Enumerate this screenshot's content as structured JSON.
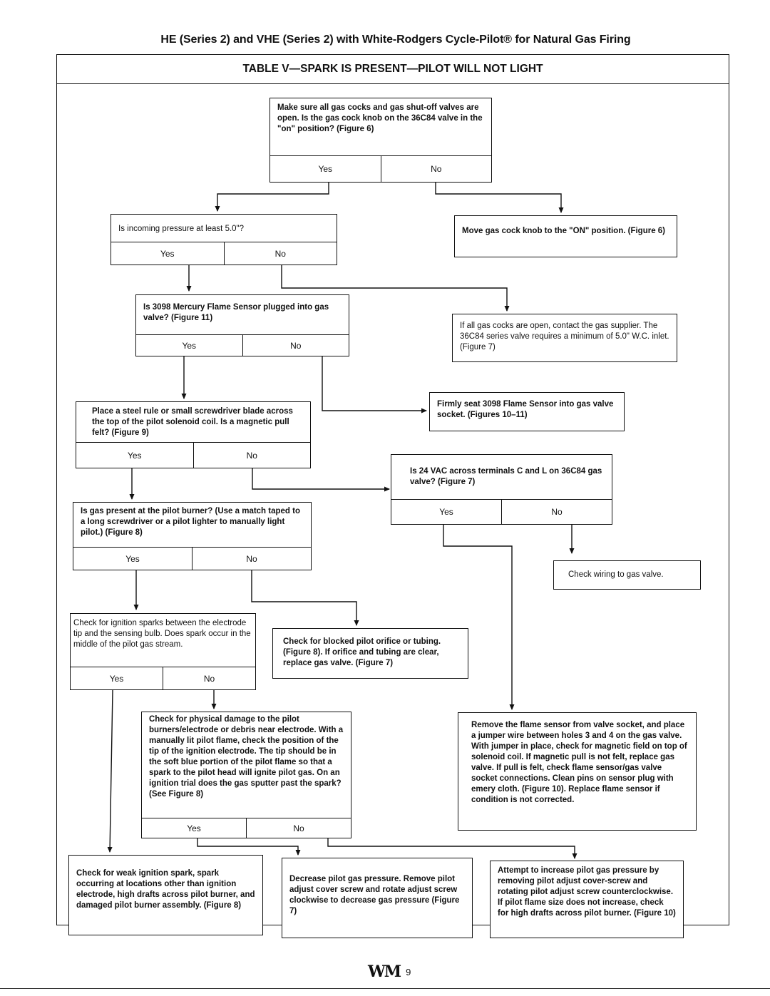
{
  "header": "HE (Series 2) and VHE (Series 2) with White-Rodgers Cycle-Pilot® for Natural Gas Firing",
  "table_title": "TABLE V—SPARK IS PRESENT—PILOT WILL NOT LIGHT",
  "yes_label": "Yes",
  "no_label": "No",
  "q_gas_cocks": "Make sure all gas cocks and gas shut-off valves are open. Is the gas cock knob on the 36C84 valve in the \"on\" position? (Figure 6)",
  "q_pressure": "Is incoming pressure at least 5.0\"?",
  "a_move_knob": "Move gas cock knob to the \"ON\" position. (Figure 6)",
  "q_sensor_plugged": "Is 3098 Mercury Flame Sensor plugged into gas valve? (Figure 11)",
  "a_contact_supplier": "If all gas cocks are open, contact the gas supplier. The 36C84 series valve requires a minimum of 5.0\" W.C. inlet. (Figure 7)",
  "q_magnetic_pull": "Place a steel rule or small screwdriver blade across the top of the pilot solenoid coil. Is a magnetic pull felt? (Figure 9)",
  "a_seat_sensor": "Firmly seat 3098 Flame Sensor into gas valve socket. (Figures 10–11)",
  "q_24vac": "Is 24 VAC across terminals C and L on 36C84 gas valve? (Figure 7)",
  "q_gas_present": "Is gas present at the pilot burner? (Use a match taped to a long screwdriver or a pilot lighter to manually light pilot.) (Figure 8)",
  "a_check_wiring": "Check wiring to gas valve.",
  "q_sparks": "Check for ignition sparks between the electrode tip and the sensing bulb. Does spark occur in the middle of the pilot gas stream.",
  "a_blocked_orifice": "Check for blocked pilot orifice or tubing. (Figure 8). If orifice and tubing are clear, replace gas valve. (Figure 7)",
  "q_physical_damage": "Check for physical damage to the pilot burners/electrode or debris near electrode. With a manually lit pilot flame, check the position of the tip of the ignition electrode. The tip should be in the soft blue portion of the pilot flame so that a spark to the pilot head will ignite pilot gas. On an ignition trial does the gas sputter past the spark? (See Figure 8)",
  "a_remove_sensor": "Remove the flame sensor from valve socket, and place a jumper wire between holes 3 and 4 on the gas valve. With jumper in place, check for magnetic field on top of solenoid coil. If magnetic pull is not felt, replace gas valve. If pull is felt, check flame sensor/gas valve socket connections. Clean pins on sensor plug with emery cloth. (Figure 10). Replace flame sensor if condition is not corrected.",
  "a_weak_spark": "Check for weak ignition spark, spark occurring at locations other than ignition electrode, high drafts across pilot burner, and damaged pilot burner assembly. (Figure 8)",
  "a_decrease_pressure": "Decrease pilot gas pressure. Remove pilot adjust cover screw and rotate adjust screw clockwise to decrease gas pressure (Figure 7)",
  "a_increase_pressure": "Attempt to increase pilot gas pressure by removing pilot adjust cover-screw and rotating pilot adjust screw counterclockwise. If pilot flame size does not increase, check for high drafts across pilot burner. (Figure 10)",
  "footer_logo": "WM",
  "page_number": "9"
}
